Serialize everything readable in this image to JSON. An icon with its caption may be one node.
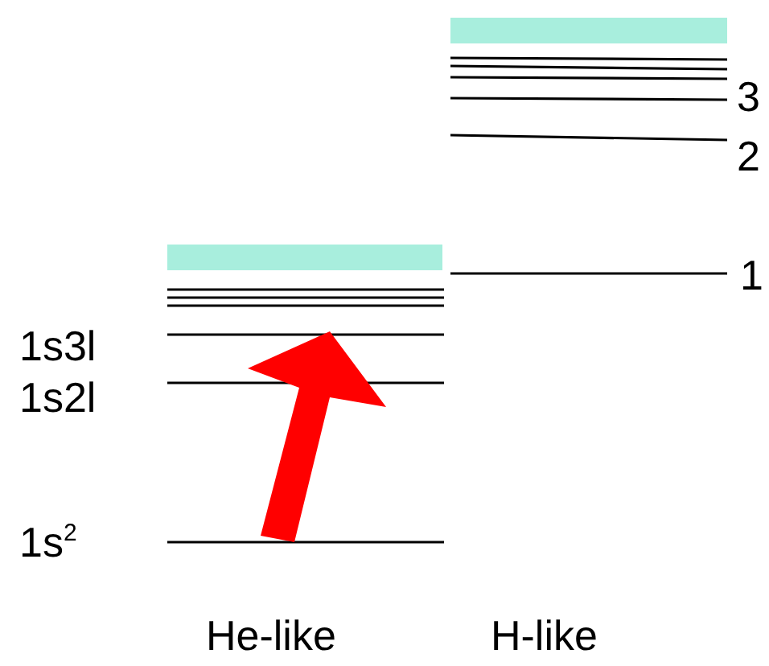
{
  "diagram": {
    "labels": [
      "3",
      "2",
      "1",
      "1s3l",
      "1s2l",
      "1s$^{2}$",
      "He-like",
      "H-like"
    ]
  }
}
